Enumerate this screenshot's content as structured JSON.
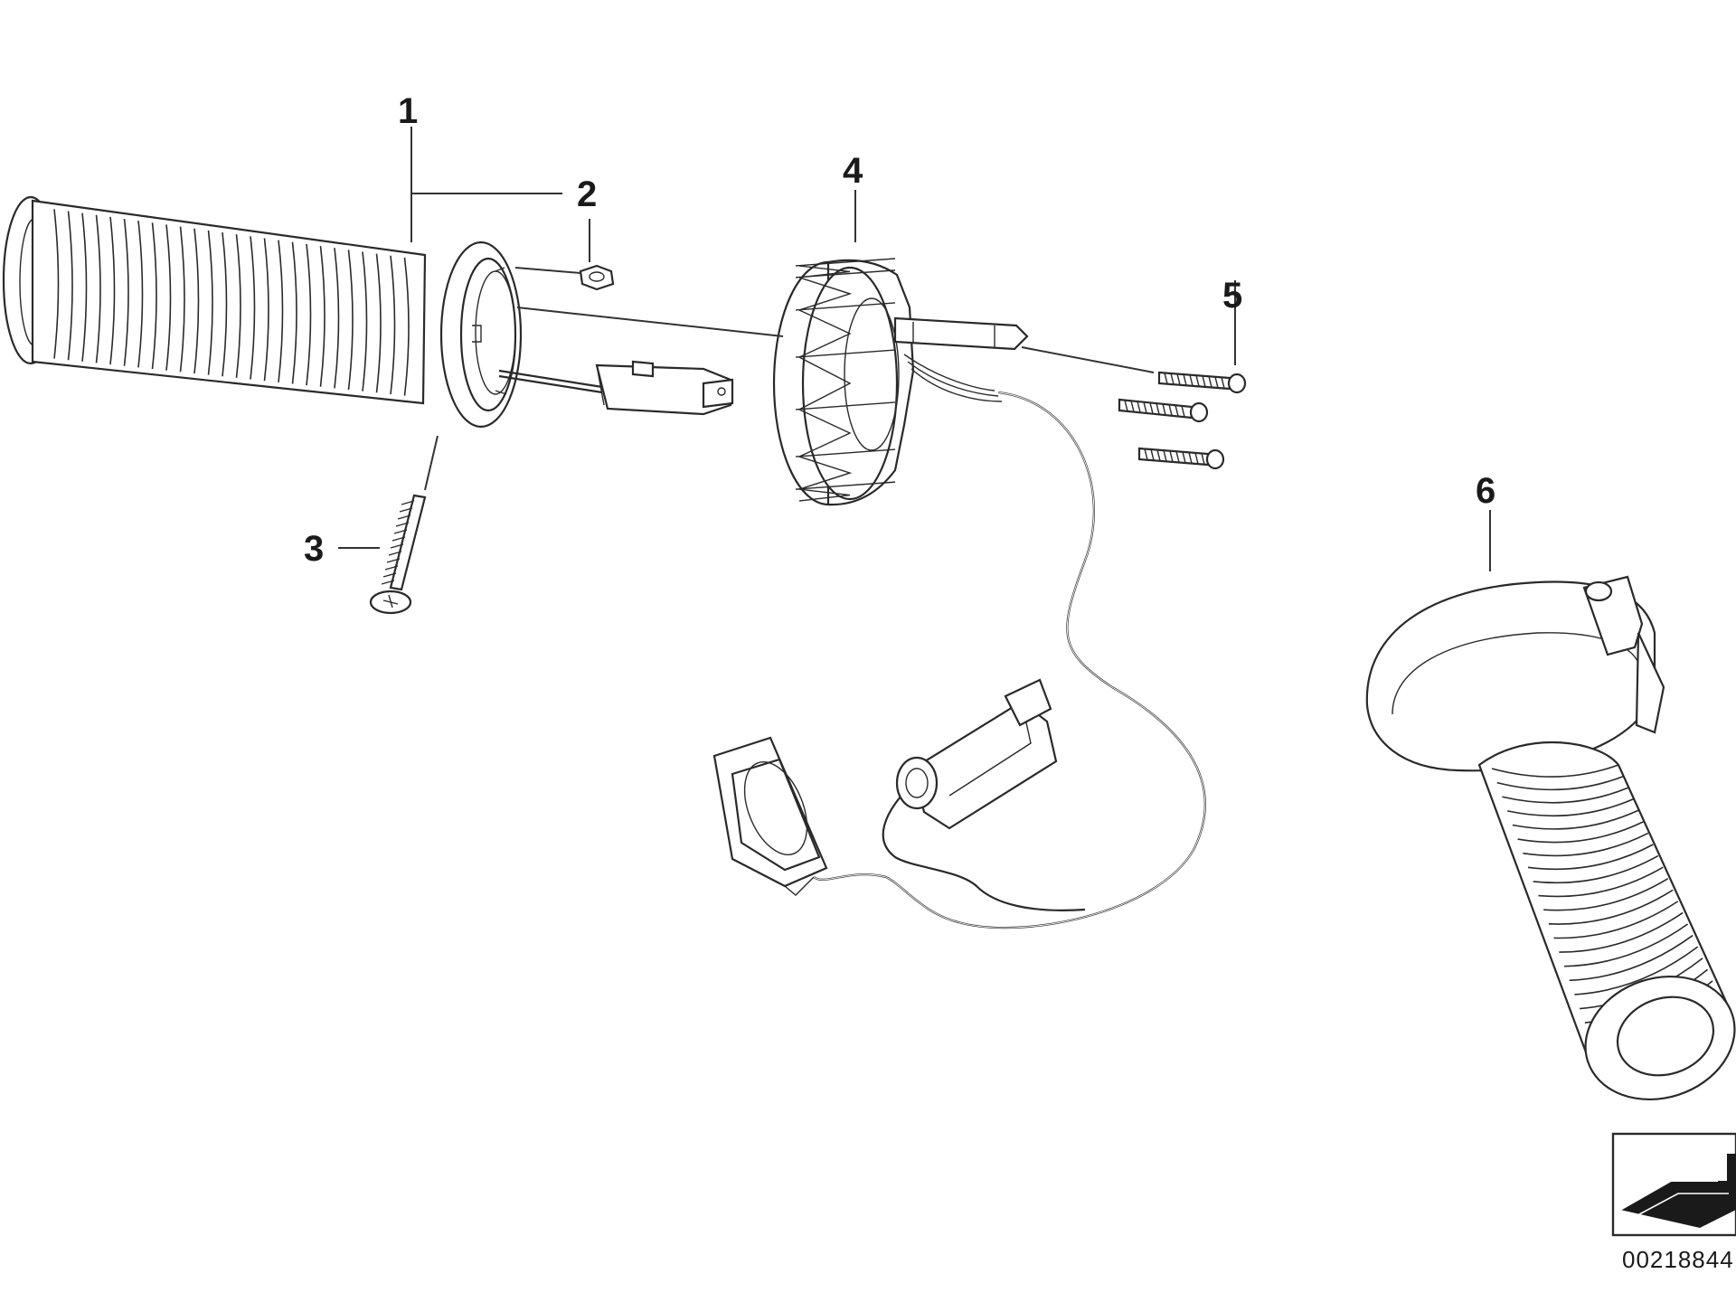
{
  "diagram": {
    "callouts": [
      "1",
      "2",
      "3",
      "4",
      "5",
      "6"
    ],
    "document_number": "00218844",
    "colors": {
      "line": "#2a2a2a",
      "background": "#ffffff"
    },
    "icons": [
      "orientation-arrow-icon"
    ]
  }
}
